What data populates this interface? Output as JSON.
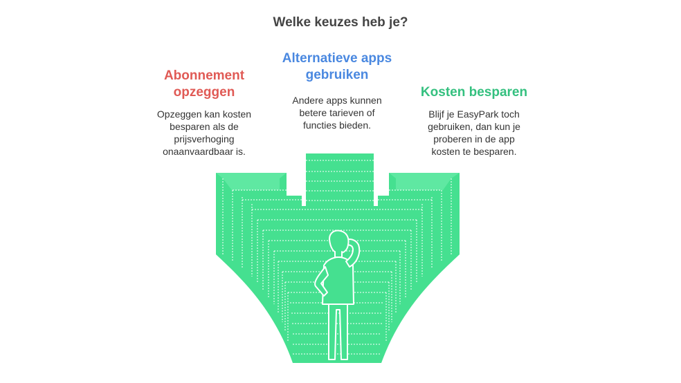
{
  "title": "Welke keuzes heb je?",
  "colors": {
    "red": "#e05a55",
    "blue": "#4a88e0",
    "green": "#34c07f",
    "stairs": "#45e090",
    "text": "#333333"
  },
  "options": [
    {
      "heading_lines": [
        "Abonnement",
        "opzeggen"
      ],
      "description_lines": [
        "Opzeggen kan kosten",
        "besparen als de",
        "prijsverhoging",
        "onaanvaardbaar is."
      ]
    },
    {
      "heading_lines": [
        "Alternatieve apps",
        "gebruiken"
      ],
      "description_lines": [
        "Andere apps kunnen",
        "betere tarieven of",
        "functies bieden."
      ]
    },
    {
      "heading_lines": [
        "Kosten besparen"
      ],
      "description_lines": [
        "Blijf je EasyPark toch",
        "gebruiken, dan kun je",
        "proberen in de app",
        "kosten te besparen."
      ]
    }
  ]
}
